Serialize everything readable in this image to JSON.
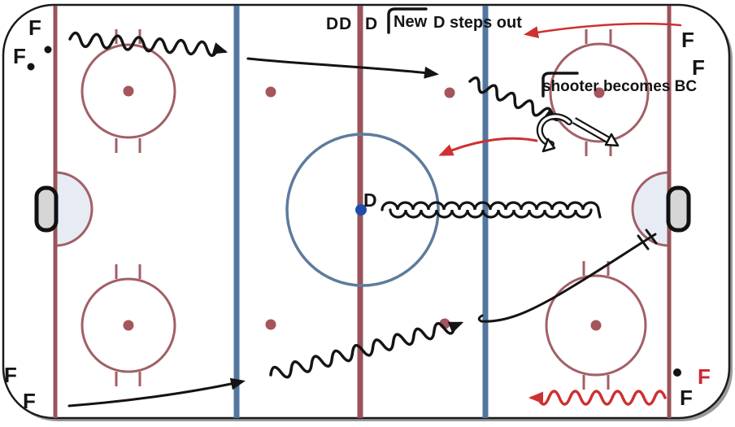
{
  "diagram_type": "ice-hockey-drill-diagram",
  "players": [
    {
      "id": "f-top-left-upper",
      "label": "F",
      "color": "#141414"
    },
    {
      "id": "f-top-left-lower",
      "label": "F",
      "color": "#141414"
    },
    {
      "id": "f-top-right-upper",
      "label": "F",
      "color": "#141414"
    },
    {
      "id": "f-top-right-lower",
      "label": "F",
      "color": "#141414"
    },
    {
      "id": "f-bottom-left-upper",
      "label": "F",
      "color": "#141414"
    },
    {
      "id": "f-bottom-left-lower",
      "label": "F",
      "color": "#141414"
    },
    {
      "id": "f-bottom-right-red",
      "label": "F",
      "color": "#cf2430"
    },
    {
      "id": "f-bottom-right-black",
      "label": "F",
      "color": "#141414"
    }
  ],
  "defense": {
    "pair_label": "DD",
    "single_label": "D",
    "center_label": "D"
  },
  "annotations": {
    "new_label": "New",
    "steps_out_label": "D steps out",
    "shooter_label": "shooter becomes BC"
  },
  "colors": {
    "board": "#1a1a1a",
    "board_shadow": "#9a9a9a",
    "goal_line_red": "#9a545c",
    "center_line_red": "#9a545c",
    "blue_line": "#51779f",
    "center_circle_blue": "#5e7b9c",
    "center_dot_blue": "#1f4dae",
    "faceoff_circle_red": "#a25f66",
    "faceoff_dot_red": "#a5555c",
    "crease_fill": "#e7ecf4",
    "goal_fill": "#d6d6d6",
    "arrow_black": "#141414",
    "arrow_red": "#cf3030"
  }
}
